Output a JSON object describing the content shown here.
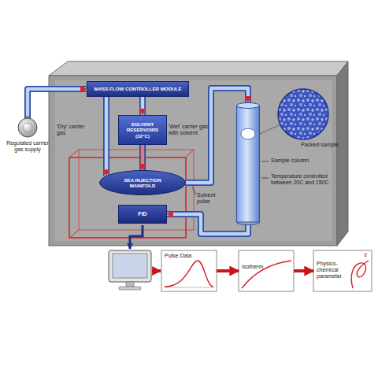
{
  "diagram": {
    "nodes": [
      {
        "text": [
          "Regulated carrier gas supply"
        ]
      },
      {
        "text": [
          "MASS FLOW CONTROLLER MODULE"
        ]
      },
      {
        "text": [
          "SOLVENT RESERVOIRS (32°C)"
        ]
      },
      {
        "text": [
          "SEA INJECTION MANIFOLD"
        ]
      },
      {
        "text": [
          "FID"
        ]
      },
      {
        "text": [
          "Sample column",
          "Temperature controlled between 20C and 150C"
        ]
      },
      {
        "text": [
          "Packed sample"
        ]
      },
      {
        "text": [
          "Pulse Data"
        ]
      },
      {
        "text": [
          "Isotherm"
        ]
      },
      {
        "text": [
          "Physico-chemical parameter"
        ]
      }
    ],
    "edges": [
      {
        "from": 0,
        "to": 1,
        "arrow": "to"
      },
      {
        "from": 1,
        "to": 2,
        "arrow": "to"
      },
      {
        "from": 1,
        "to": 3,
        "arrow": "to"
      },
      {
        "from": 2,
        "to": 3,
        "arrow": "to"
      },
      {
        "from": 3,
        "to": 5,
        "arrow": "to"
      },
      {
        "from": 5,
        "to": 4,
        "arrow": "to"
      },
      {
        "from": 5,
        "to": 6,
        "arrow": "none"
      },
      {
        "from": 7,
        "to": 8,
        "arrow": "to"
      },
      {
        "from": 8,
        "to": 9,
        "arrow": "to"
      }
    ],
    "labels": [
      "'Dry' carrier gas",
      "'Wet' carrier gas with solvent.",
      "Solvent pulse",
      "d"
    ]
  }
}
